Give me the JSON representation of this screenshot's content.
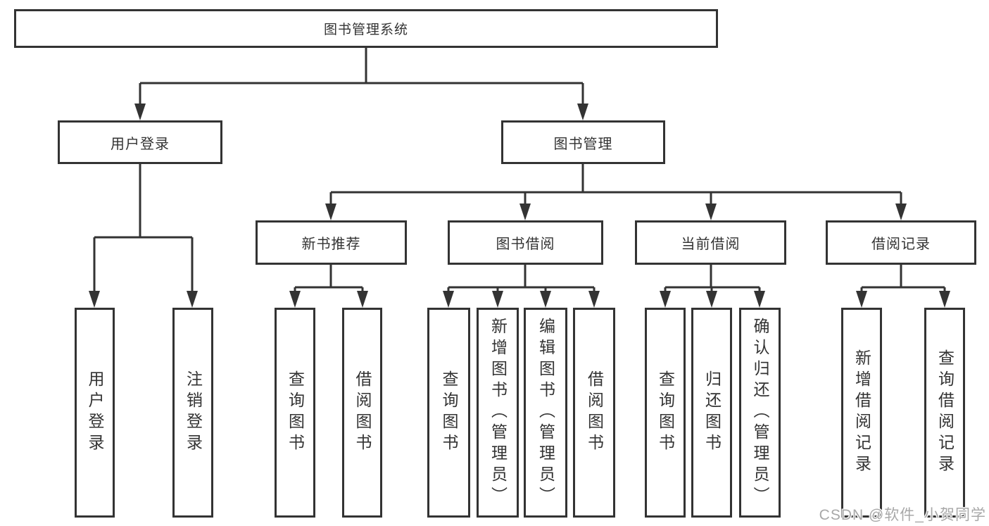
{
  "diagram": {
    "tree": {
      "label": "图书管理系统",
      "children": [
        {
          "label": "用户登录",
          "children": [
            {
              "label": "用户登录"
            },
            {
              "label": "注销登录"
            }
          ]
        },
        {
          "label": "图书管理",
          "children": [
            {
              "label": "新书推荐",
              "children": [
                {
                  "label": "查询图书"
                },
                {
                  "label": "借阅图书"
                }
              ]
            },
            {
              "label": "图书借阅",
              "children": [
                {
                  "label": "查询图书"
                },
                {
                  "label": "新增图书（管理员）"
                },
                {
                  "label": "编辑图书（管理员）"
                },
                {
                  "label": "借阅图书"
                }
              ]
            },
            {
              "label": "当前借阅",
              "children": [
                {
                  "label": "查询图书"
                },
                {
                  "label": "归还图书"
                },
                {
                  "label": "确认归还（管理员）"
                }
              ]
            },
            {
              "label": "借阅记录",
              "children": [
                {
                  "label": "新增借阅记录"
                },
                {
                  "label": "查询借阅记录"
                }
              ]
            }
          ]
        }
      ]
    },
    "colors": {
      "line": "#333333",
      "box_border": "#333333",
      "text": "#333333",
      "background": "#ffffff",
      "watermark": "#a8a8a8"
    }
  },
  "watermark": {
    "text": "CSDN @软件_小贺同学"
  }
}
